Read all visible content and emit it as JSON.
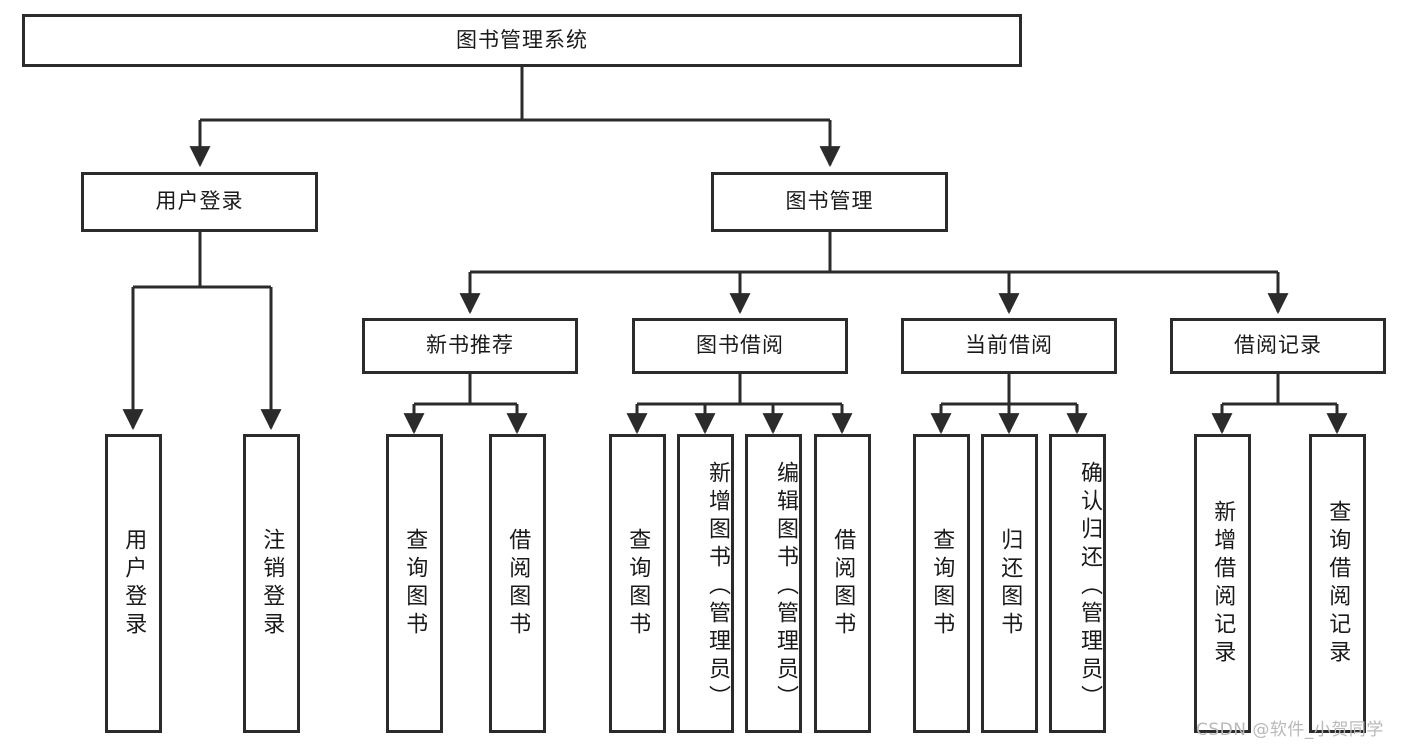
{
  "diagram": {
    "type": "tree-hierarchy",
    "title": "图书管理系统",
    "colors": {
      "stroke": "#2b2b2b",
      "fill": "#ffffff",
      "text": "#1a1a1a",
      "watermark": "#b9b9b9"
    },
    "root": {
      "label": "图书管理系统"
    },
    "level2": [
      {
        "label": "用户登录"
      },
      {
        "label": "图书管理"
      }
    ],
    "level3": [
      {
        "label": "新书推荐"
      },
      {
        "label": "图书借阅"
      },
      {
        "label": "当前借阅"
      },
      {
        "label": "借阅记录"
      }
    ],
    "leaves": {
      "user_login": [
        {
          "label": "用户登录"
        },
        {
          "label": "注销登录"
        }
      ],
      "new_book_recommend": [
        {
          "label": "查询图书"
        },
        {
          "label": "借阅图书"
        }
      ],
      "book_borrow": [
        {
          "label": "查询图书"
        },
        {
          "label": "新增图书（管理员）"
        },
        {
          "label": "编辑图书（管理员）"
        },
        {
          "label": "借阅图书"
        }
      ],
      "current_borrow": [
        {
          "label": "查询图书"
        },
        {
          "label": "归还图书"
        },
        {
          "label": "确认归还（管理员）"
        }
      ],
      "borrow_record": [
        {
          "label": "新增借阅记录"
        },
        {
          "label": "查询借阅记录"
        }
      ]
    }
  },
  "watermark": {
    "text": "CSDN @软件_小贺同学"
  }
}
